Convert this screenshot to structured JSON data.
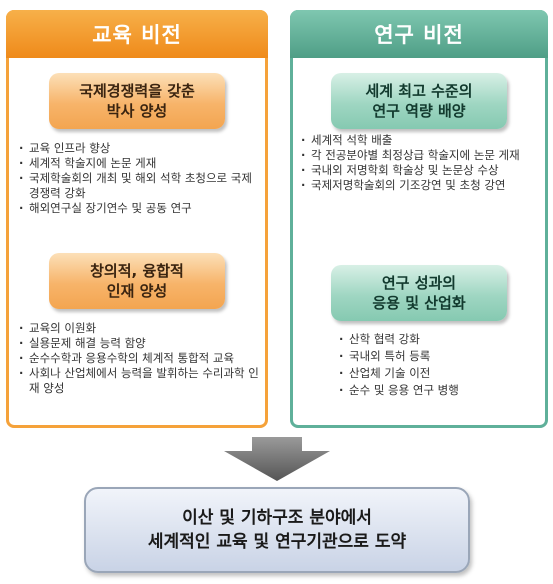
{
  "education": {
    "title": "교육 비전",
    "box1": {
      "label": "국제경쟁력을 갖춘\n박사 양성",
      "items": [
        "교육 인프라 향상",
        "세계적 학술지에 논문 게재",
        "국제학술회의 개최 및 해외 석학 초청으로 국제경쟁력 강화",
        "해외연구실 장기연수 및 공동 연구"
      ]
    },
    "box2": {
      "label": "창의적, 융합적\n인재 양성",
      "items": [
        "교육의 이원화",
        "실용문제 해결 능력 함양",
        "순수수학과 응용수학의 체계적 통합적 교육",
        "사회나 산업체에서 능력을 발휘하는 수리과학 인재 양성"
      ]
    }
  },
  "research": {
    "title": "연구 비전",
    "box1": {
      "label": "세계 최고 수준의\n연구 역량 배양",
      "items": [
        "세계적 석학 배출",
        "각 전공분야별 최정상급 학술지에 논문 게재",
        "국내외 저명학회 학술상 및 논문상 수상",
        "국제저명학술회의 기조강연 및 초청 강연"
      ]
    },
    "box2": {
      "label": "연구 성과의\n응용 및 산업화",
      "items": [
        "산학 협력 강화",
        "국내외 특허 등록",
        "산업체 기술 이전",
        "순수 및 응용 연구 병행"
      ]
    }
  },
  "goal": {
    "line1": "이산 및 기하구조 분야에서",
    "line2": "세계적인 교육 및 연구기관으로 도약"
  },
  "colors": {
    "orange": "#f5a23a",
    "green": "#5fb09a",
    "goal": "#c9d3e6"
  }
}
